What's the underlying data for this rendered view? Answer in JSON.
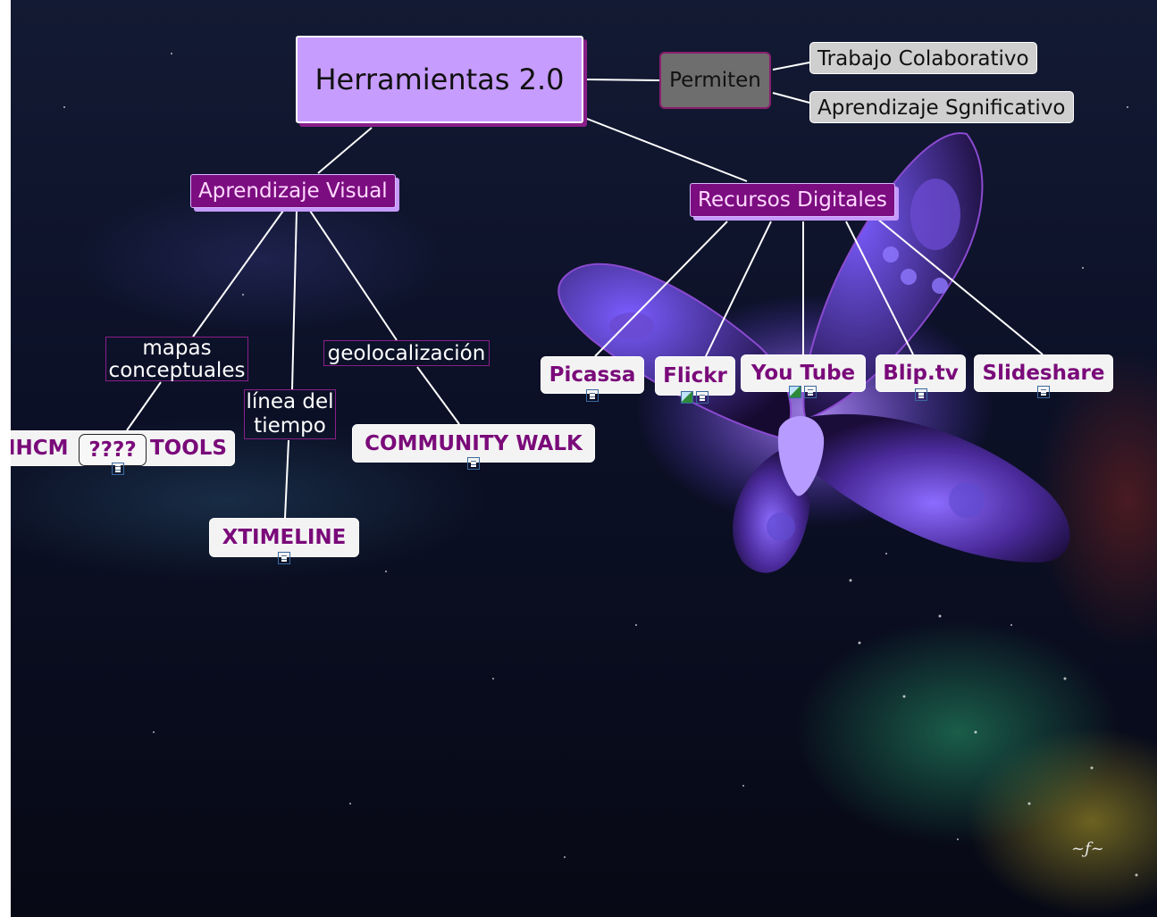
{
  "map": {
    "root": "Herramientas 2.0",
    "linking_phrase": "Permiten",
    "benefits": [
      "Trabajo Colaborativo",
      "Aprendizaje Sgnificativo"
    ],
    "branches": {
      "visual": "Aprendizaje Visual",
      "digital": "Recursos Digitales"
    },
    "visual_links": {
      "concept_maps": "mapas\nconceptuales",
      "timeline": "línea del\ntiempo",
      "geo": "geolocalización"
    },
    "visual_leaves": {
      "ihcm": "IHCM",
      "ihcm_query": "????",
      "tools": "TOOLS",
      "xtimeline": "XTIMELINE",
      "community_walk": "COMMUNITY WALK"
    },
    "digital_leaves": [
      "Picassa",
      "Flickr",
      "You Tube",
      "Blip.tv",
      "Slideshare"
    ]
  },
  "resource_icons": {
    "picassa": [
      "document-icon"
    ],
    "flickr": [
      "image-icon",
      "document-icon"
    ],
    "youtube": [
      "image-icon",
      "document-icon"
    ],
    "bliptv": [
      "document-icon"
    ],
    "slideshare": [
      "document-icon"
    ],
    "ihcm_tools": [
      "document-icon"
    ],
    "xtimeline": [
      "document-icon"
    ],
    "community_walk": [
      "document-icon"
    ]
  },
  "colors": {
    "root_fill": "#c79cff",
    "branch_fill": "#7b0d80",
    "leaf_text": "#7a0a7a",
    "connector": "#ffffff"
  }
}
